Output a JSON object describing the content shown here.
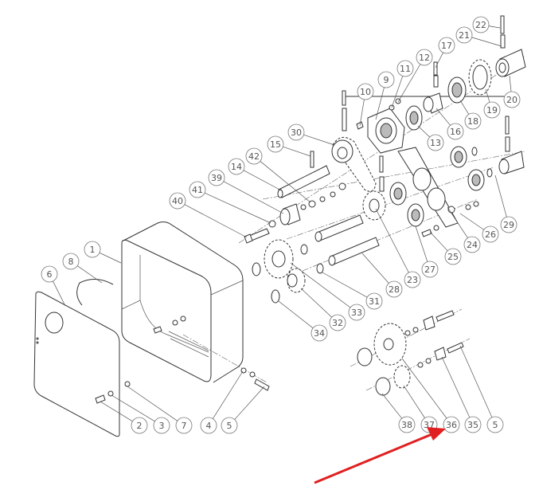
{
  "diagram": {
    "type": "exploded parts diagram",
    "labels": [
      "22",
      "21",
      "17",
      "12",
      "11",
      "9",
      "10",
      "20",
      "19",
      "18",
      "16",
      "13",
      "30",
      "15",
      "42",
      "14",
      "39",
      "41",
      "40",
      "29",
      "26",
      "24",
      "25",
      "27",
      "23",
      "28",
      "31",
      "33",
      "32",
      "34",
      "1",
      "8",
      "6",
      "2",
      "3",
      "7",
      "4",
      "5",
      "38",
      "37",
      "36",
      "35",
      "5"
    ],
    "arrow_color": "#e02020",
    "line_color": "#333333"
  }
}
